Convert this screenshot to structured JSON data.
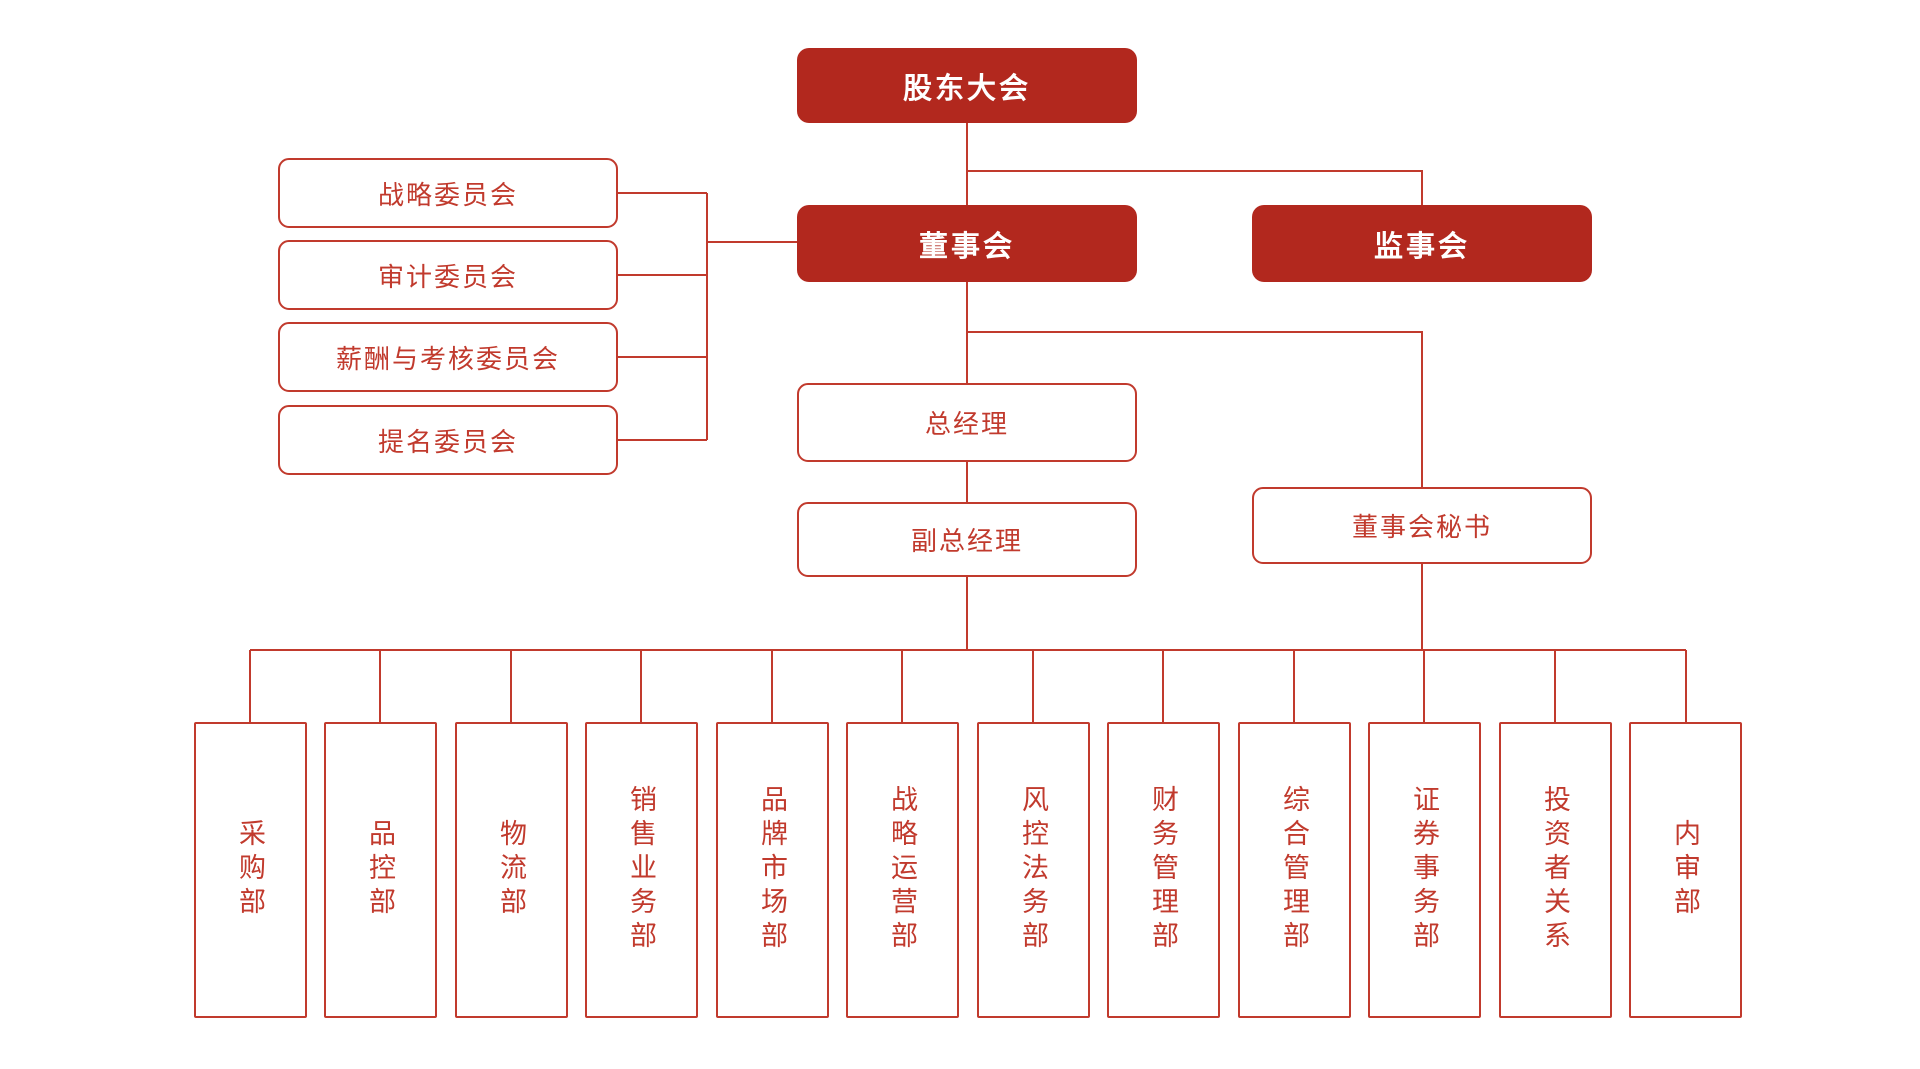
{
  "colors": {
    "box_fill": "#b2281e",
    "box_text": "#ffffff",
    "outline_red": "#c13a2d",
    "text_red": "#c13a2d",
    "background": "#ffffff"
  },
  "org_chart": {
    "root": {
      "label": "股东大会"
    },
    "governance": [
      {
        "label": "董事会"
      },
      {
        "label": "监事会"
      }
    ],
    "committees": [
      {
        "label": "战略委员会"
      },
      {
        "label": "审计委员会"
      },
      {
        "label": "薪酬与考核委员会"
      },
      {
        "label": "提名委员会"
      }
    ],
    "executives": [
      {
        "label": "总经理"
      },
      {
        "label": "副总经理"
      },
      {
        "label": "董事会秘书"
      }
    ],
    "departments": [
      {
        "label": "采购部"
      },
      {
        "label": "品控部"
      },
      {
        "label": "物流部"
      },
      {
        "label": "销售业务部"
      },
      {
        "label": "品牌市场部"
      },
      {
        "label": "战略运营部"
      },
      {
        "label": "风控法务部"
      },
      {
        "label": "财务管理部"
      },
      {
        "label": "综合管理部"
      },
      {
        "label": "证券事务部"
      },
      {
        "label": "投资者关系"
      },
      {
        "label": "内审部"
      }
    ]
  }
}
